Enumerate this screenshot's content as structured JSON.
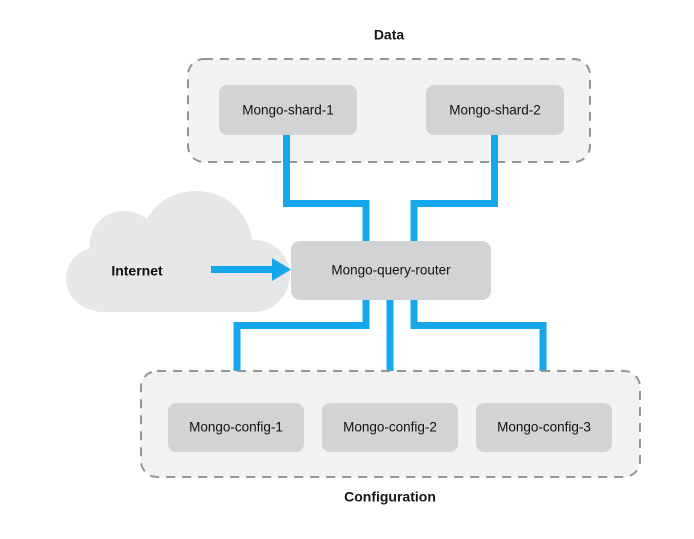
{
  "diagram": {
    "title_top": "Data",
    "title_bottom": "Configuration",
    "accent_color": "#15a6ec",
    "node_fill": "#d1d3d4",
    "group_fill": "#f2f2f2",
    "group_stroke": "#939598",
    "cloud_fill": "#e6e7e8",
    "background": "#ffffff"
  },
  "groups": {
    "data": {
      "label": "Data",
      "nodes": [
        {
          "label": "Mongo-shard-1"
        },
        {
          "label": "Mongo-shard-2"
        }
      ]
    },
    "configuration": {
      "label": "Configuration",
      "nodes": [
        {
          "label": "Mongo-config-1"
        },
        {
          "label": "Mongo-config-2"
        },
        {
          "label": "Mongo-config-3"
        }
      ]
    }
  },
  "router": {
    "label": "Mongo-query-router"
  },
  "cloud": {
    "label": "Internet"
  },
  "connections": [
    {
      "from": "Mongo-shard-1",
      "to": "Mongo-query-router"
    },
    {
      "from": "Mongo-shard-2",
      "to": "Mongo-query-router"
    },
    {
      "from": "Internet",
      "to": "Mongo-query-router",
      "arrow": true
    },
    {
      "from": "Mongo-query-router",
      "to": "Mongo-config-1"
    },
    {
      "from": "Mongo-query-router",
      "to": "Mongo-config-2"
    },
    {
      "from": "Mongo-query-router",
      "to": "Mongo-config-3"
    }
  ]
}
